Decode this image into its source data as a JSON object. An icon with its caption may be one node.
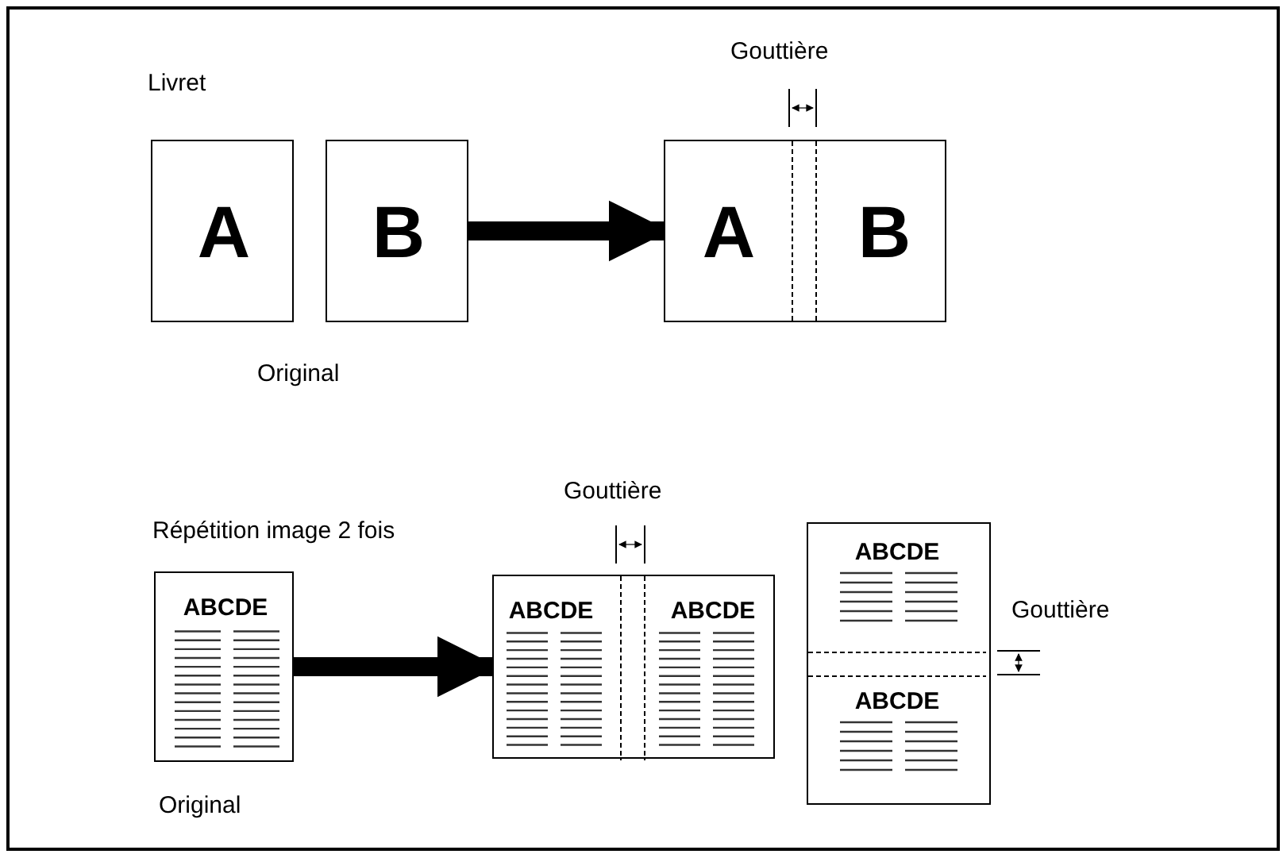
{
  "diagram": {
    "nodes": [
      {
        "text": [
          "A"
        ]
      },
      {
        "text": [
          "B"
        ]
      },
      {
        "text": [
          "A",
          "B"
        ]
      },
      {
        "text": [
          "ABCDE"
        ]
      },
      {
        "text": [
          "ABCDE",
          "ABCDE"
        ]
      },
      {
        "text": [
          "ABCDE",
          "ABCDE"
        ]
      }
    ],
    "edges": [
      {
        "from": 1,
        "to": 2,
        "arrow": "to"
      },
      {
        "from": 3,
        "to": 4,
        "arrow": "to"
      }
    ],
    "labels": [
      "Gouttière",
      "Livret",
      "Original",
      "Gouttière",
      "Répétition image 2 fois",
      "Gouttière",
      "Original"
    ]
  }
}
